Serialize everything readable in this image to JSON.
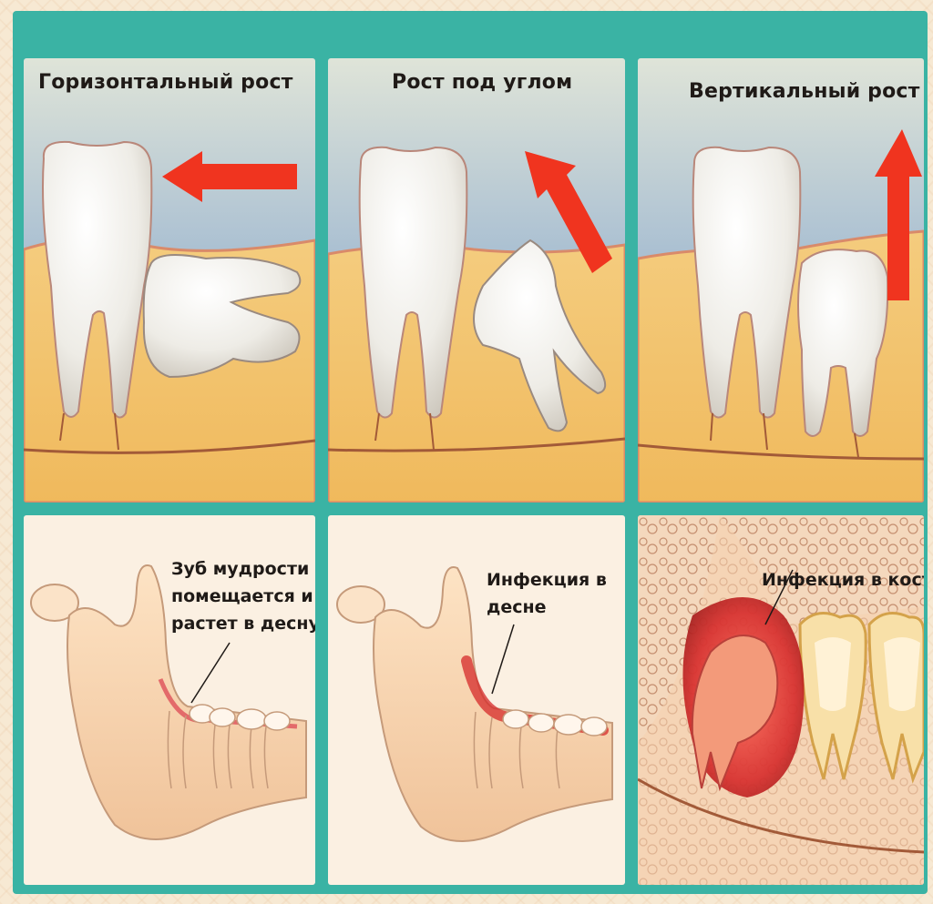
{
  "top_row": {
    "panels": [
      {
        "title": "Горизонтальный рост"
      },
      {
        "title": "Рост под углом"
      },
      {
        "title": "Вертикальный рост"
      }
    ]
  },
  "bottom_row": {
    "panels": [
      {
        "lines": [
          "Зуб мудрости не",
          "помещается и",
          "растет в десну"
        ]
      },
      {
        "lines": [
          "Инфекция в",
          "десне"
        ]
      },
      {
        "lines": [
          "Инфекция в кости"
        ]
      }
    ]
  },
  "colors": {
    "frame": "#3ab3a4",
    "arrow": "#f0341f",
    "gum": "#f3c77a",
    "sky": "#7d9cbf",
    "infection": "#d62a2a"
  },
  "icons": [
    "tooth-icon",
    "arrow-left-icon",
    "arrow-diagonal-icon",
    "arrow-up-icon",
    "jaw-icon"
  ]
}
